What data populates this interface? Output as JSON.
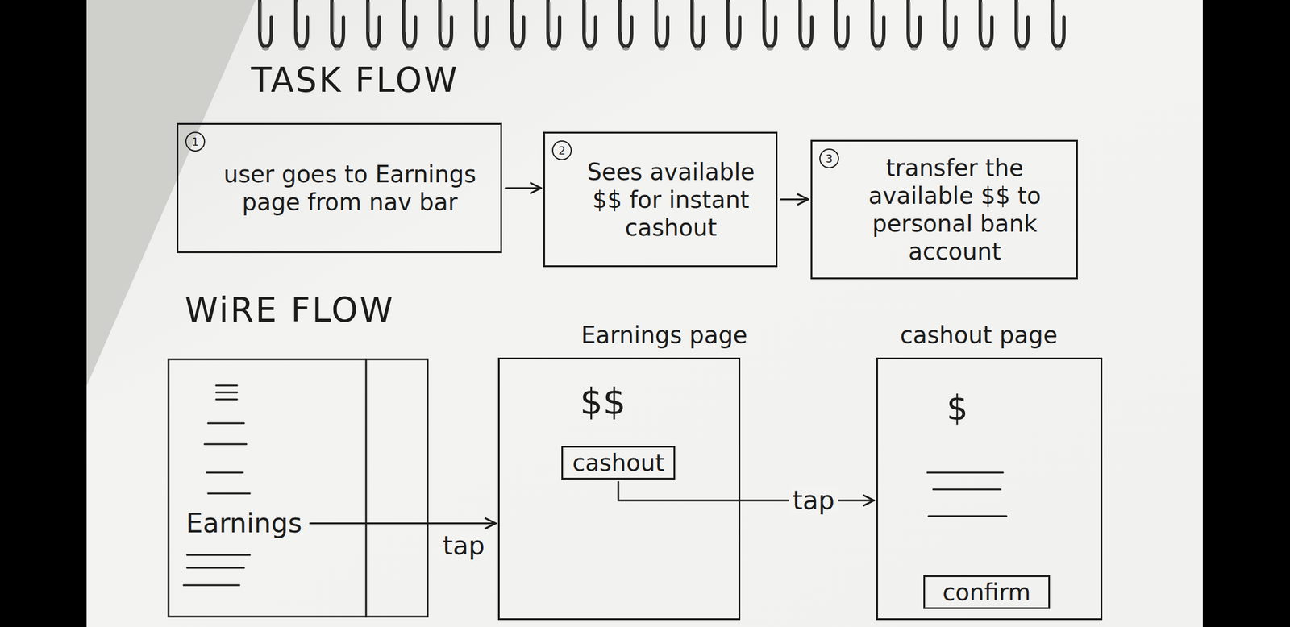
{
  "diagram": {
    "nodes": [
      {
        "text": [
          "1",
          "user goes to Earnings page from nav bar"
        ]
      },
      {
        "text": [
          "2",
          "Sees available $$ for instant cashout"
        ]
      },
      {
        "text": [
          "3",
          "transfer the available $$ to personal bank account"
        ]
      },
      {
        "text": [
          "Earnings"
        ]
      },
      {
        "text": [
          "Earnings page",
          "$$"
        ]
      },
      {
        "text": [
          "cashout"
        ],
        "in": 4
      },
      {
        "text": [
          "cashout page",
          "$"
        ]
      },
      {
        "text": [
          "confirm"
        ],
        "in": 6
      }
    ],
    "edges": [
      {
        "from": 0,
        "to": 1,
        "arrow": "to"
      },
      {
        "from": 1,
        "to": 2,
        "arrow": "to"
      },
      {
        "from": 3,
        "to": 4,
        "label": "tap",
        "arrow": "to"
      },
      {
        "from": 5,
        "to": 6,
        "label": "tap",
        "arrow": "to"
      }
    ],
    "labels": [
      "TASK FLOW",
      "WiRE FLOW"
    ]
  }
}
